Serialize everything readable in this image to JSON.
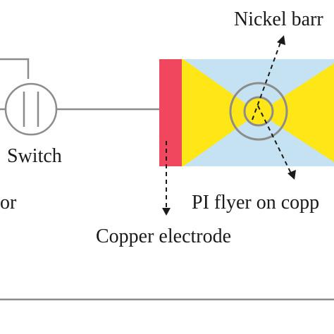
{
  "labels": {
    "nickel_barrier": "Nickel barr",
    "switch": "Switch",
    "capacitor_partial": "or",
    "pi_flyer": "PI flyer on copp",
    "copper_electrode": "Copper electrode"
  },
  "colors": {
    "wire": "#8c8c8c",
    "copper_electrode": "#f0475e",
    "flyer_yellow": "#ffe617",
    "barrier_blue": "#c5e2f3",
    "arrow": "#1a1a1a",
    "text": "#1a1a1a"
  }
}
